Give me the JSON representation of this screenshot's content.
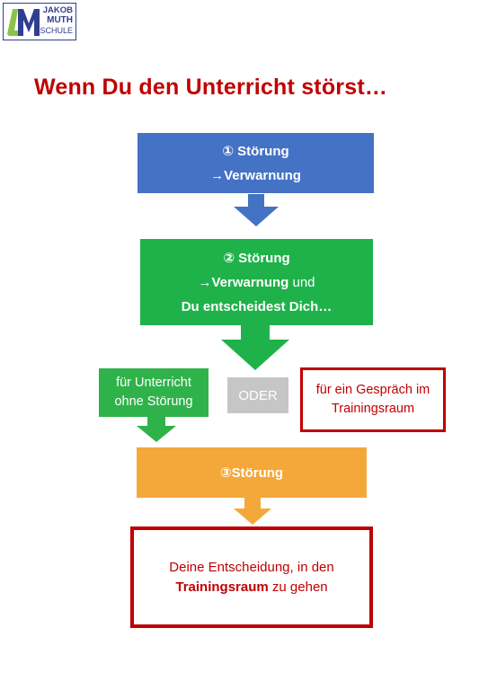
{
  "logo": {
    "line1": "JAKOB",
    "line2": "MUTH",
    "line3": "SCHULE"
  },
  "title": "Wenn Du den Unterricht störst…",
  "step1": {
    "line1": "① Störung",
    "line2": "→Verwarnung"
  },
  "step2": {
    "line1": "② Störung",
    "line2_bold": "→Verwarnung",
    "line2_rest": " und",
    "line3": "Du entscheidest Dich…"
  },
  "choice_left": {
    "line1": "für Unterricht",
    "line2": "ohne Störung"
  },
  "choice_mid": "ODER",
  "choice_right": {
    "line1": "für ein Gespräch im",
    "line2": "Trainingsraum"
  },
  "step3": {
    "line1": "③Störung"
  },
  "result": {
    "line1": "Deine Entscheidung, in den",
    "line2_bold": "Trainingsraum",
    "line2_rest": " zu gehen"
  },
  "colors": {
    "title": "#c00000",
    "step1": "#4472c4",
    "step2": "#1fb24a",
    "step3": "#f4a83a",
    "oder": "#c6c6c6",
    "red": "#c00000"
  }
}
